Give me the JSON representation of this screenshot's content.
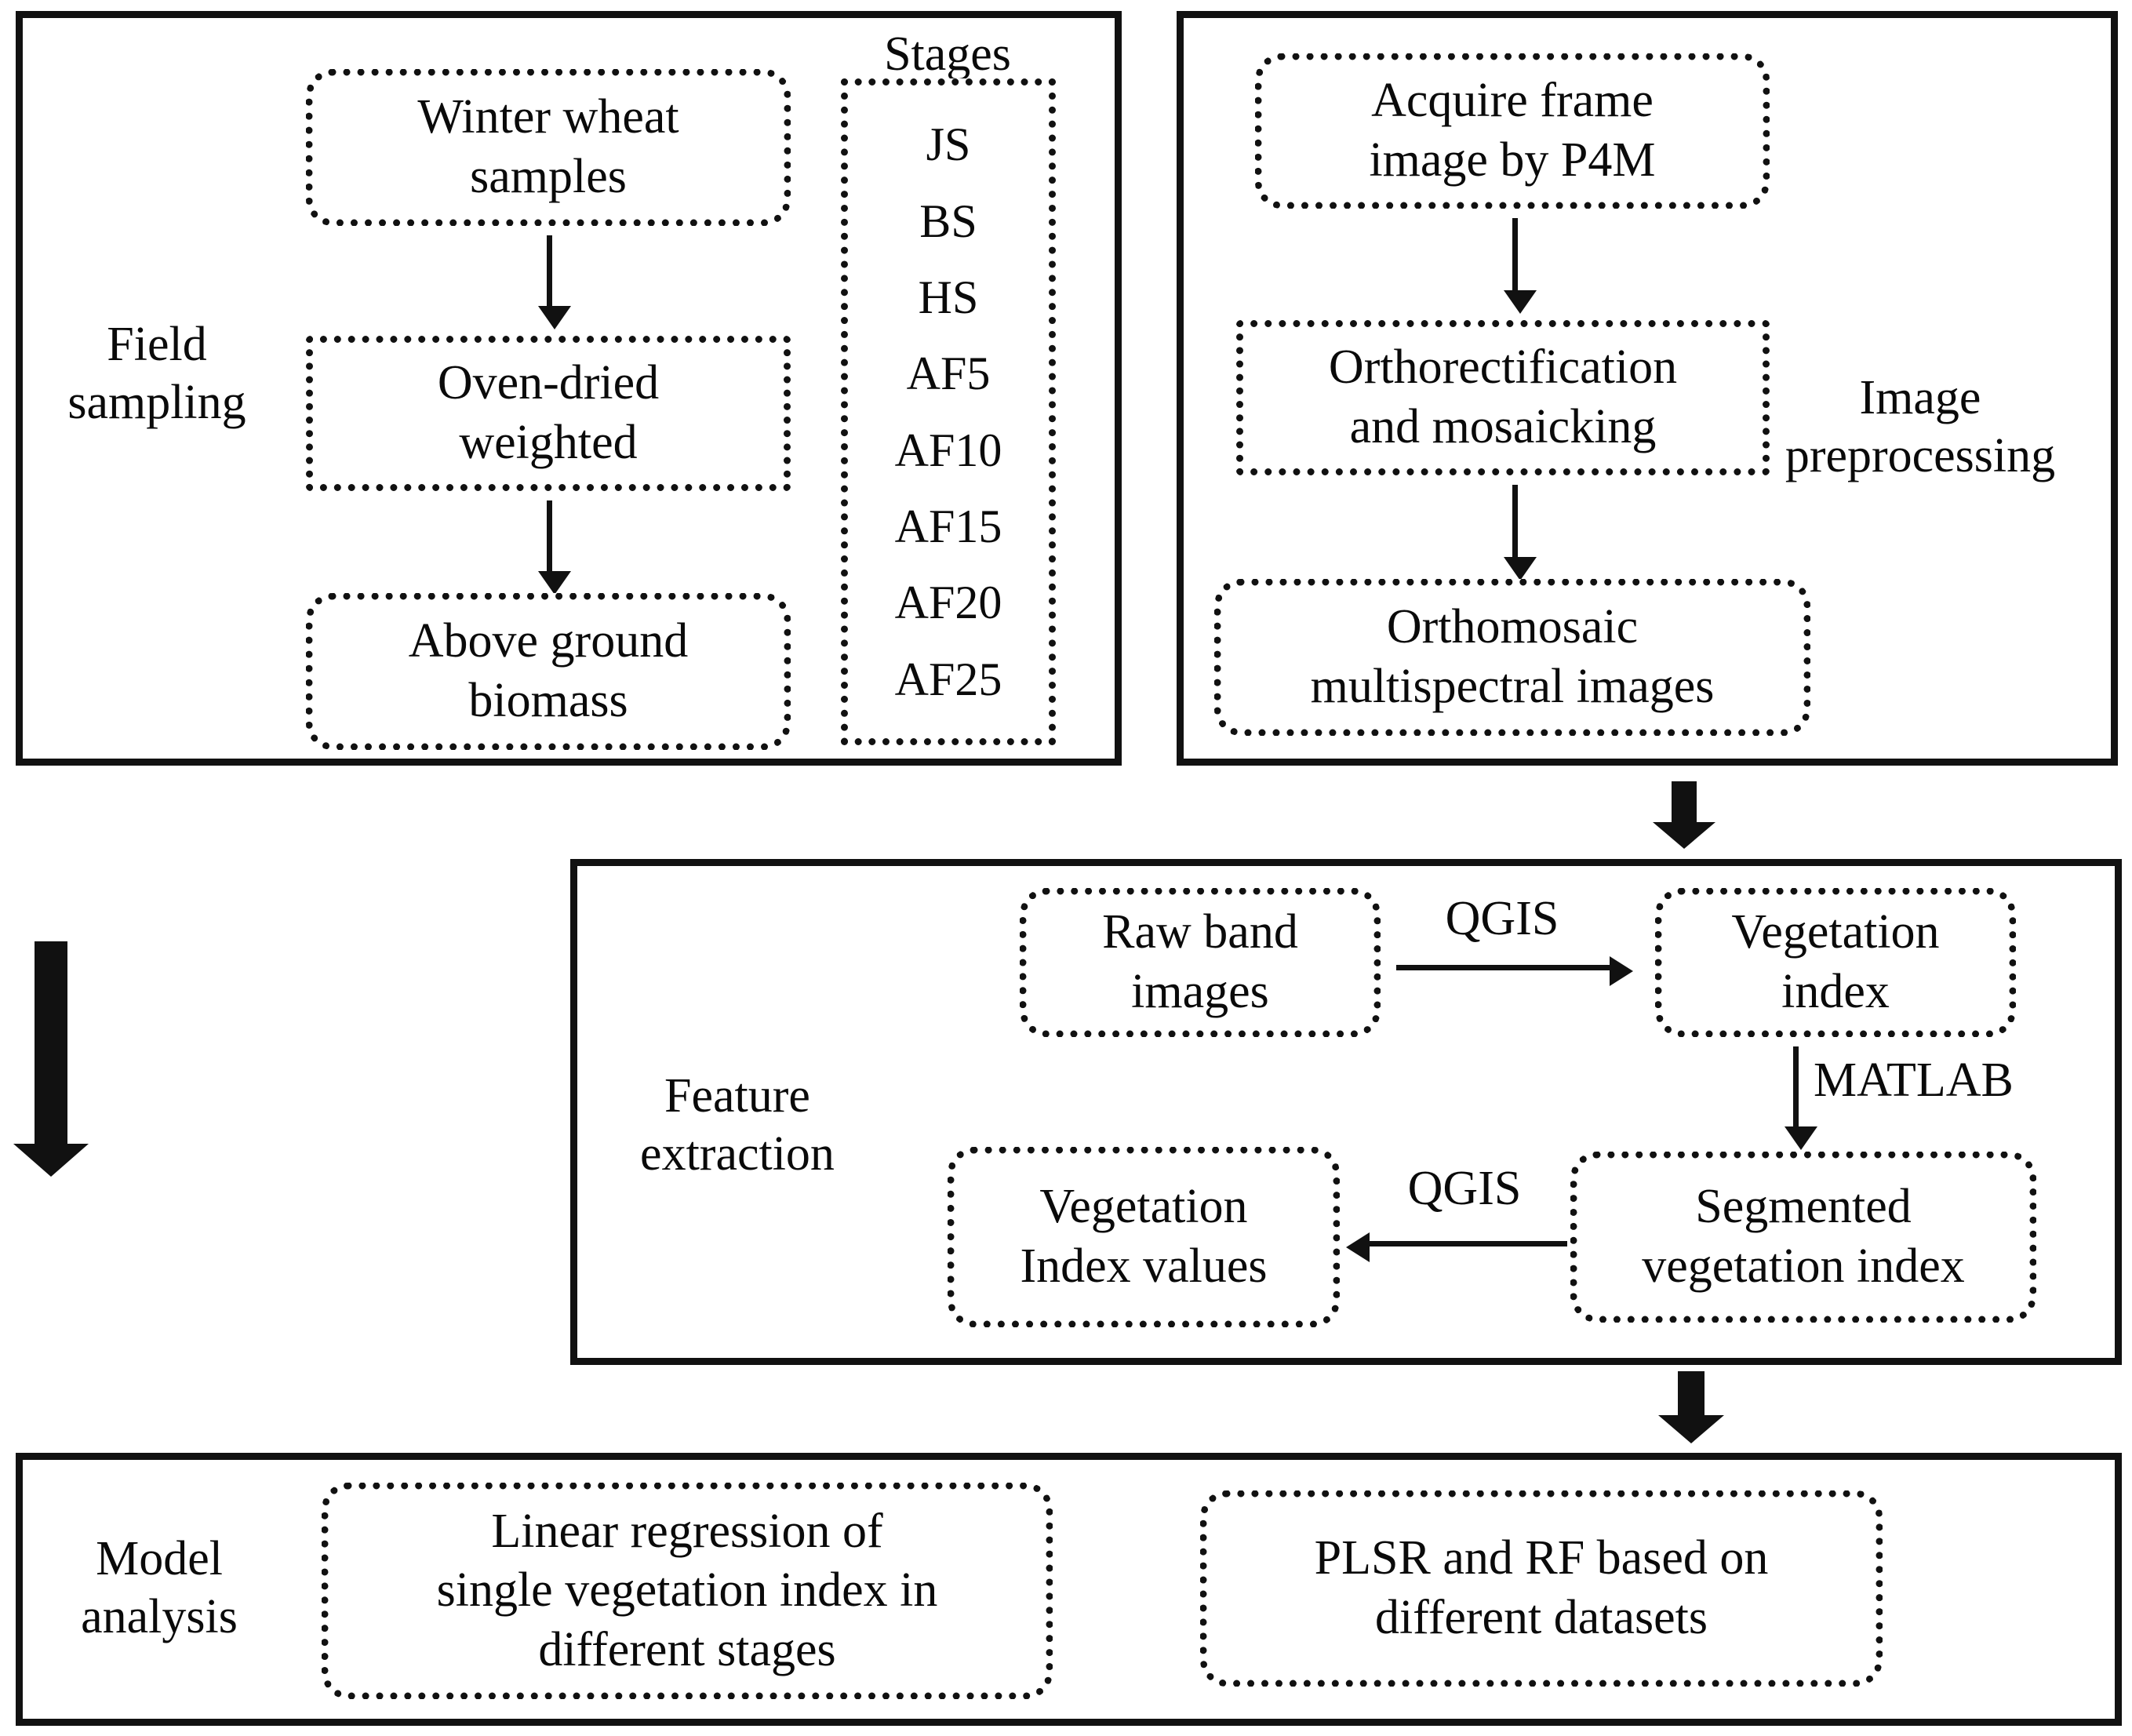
{
  "diagram": {
    "title_absent": true,
    "panels": [
      {
        "id": "field-sampling",
        "label": "Field\nsampling",
        "nodes": [
          {
            "id": "winter-wheat-samples",
            "text": "Winter wheat\nsamples"
          },
          {
            "id": "oven-dried-weighted",
            "text": "Oven-dried\nweighted"
          },
          {
            "id": "above-ground-biomass",
            "text": "Above ground\nbiomass"
          }
        ],
        "stages": {
          "heading": "Stages",
          "items": [
            "JS",
            "BS",
            "HS",
            "AF5",
            "AF10",
            "AF15",
            "AF20",
            "AF25"
          ]
        }
      },
      {
        "id": "image-preprocessing",
        "label": "Image\npreprocessing",
        "nodes": [
          {
            "id": "acquire-frame-image",
            "text": "Acquire frame\nimage by P4M"
          },
          {
            "id": "orthorectification-mosaicking",
            "text": "Orthorectification\nand mosaicking"
          },
          {
            "id": "orthomosaic-multispectral-images",
            "text": "Orthomosaic\nmultispectral images"
          }
        ]
      },
      {
        "id": "feature-extraction",
        "label": "Feature\nextraction",
        "nodes": [
          {
            "id": "raw-band-images",
            "text": "Raw band\nimages"
          },
          {
            "id": "vegetation-index",
            "text": "Vegetation\nindex"
          },
          {
            "id": "segmented-vegetation-index",
            "text": "Segmented\nvegetation index"
          },
          {
            "id": "vegetation-index-values",
            "text": "Vegetation\nIndex values"
          }
        ],
        "edge_labels": [
          {
            "id": "qgis-top",
            "text": "QGIS"
          },
          {
            "id": "matlab",
            "text": "MATLAB"
          },
          {
            "id": "qgis-bottom",
            "text": "QGIS"
          }
        ]
      },
      {
        "id": "model-analysis",
        "label": "Model\nanalysis",
        "nodes": [
          {
            "id": "linear-regression",
            "text": "Linear regression of\nsingle vegetation index in\ndifferent stages"
          },
          {
            "id": "plsr-rf",
            "text": "PLSR and RF based on\ndifferent datasets"
          }
        ]
      }
    ],
    "colors": {
      "stroke": "#111111",
      "background": "#ffffff",
      "text": "#0a0a0a"
    }
  }
}
